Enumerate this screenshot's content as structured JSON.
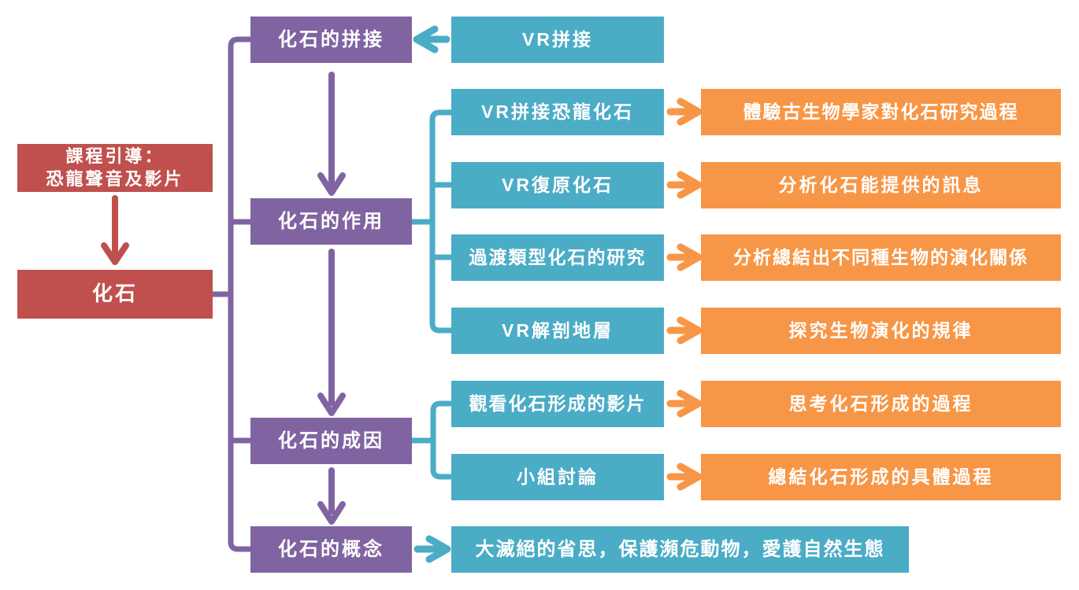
{
  "palette": {
    "red": "#C0504D",
    "purple": "#8064A2",
    "teal": "#4BACC6",
    "orange": "#F79646",
    "label_text": "#FFFFFF",
    "background": "#FFFFFF"
  },
  "lead_in": {
    "intro_line1": "課程引導：",
    "intro_line2": "恐龍聲音及影片",
    "root": "化石"
  },
  "topics": {
    "assembly": "化石的拼接",
    "function": "化石的作用",
    "formation": "化石的成因",
    "concept": "化石的概念"
  },
  "activities": {
    "vr_assembly": "VR拼接",
    "vr_dino": "VR拼接恐龍化石",
    "vr_restore": "VR復原化石",
    "transitional": "過渡類型化石的研究",
    "vr_strata": "VR解剖地層",
    "watch_film": "觀看化石形成的影片",
    "group_discussion": "小組討論",
    "reflection": "大滅絕的省思，保護瀕危動物，愛護自然生態"
  },
  "outcomes": {
    "experience": "體驗古生物學家對化石研究過程",
    "analyze_info": "分析化石能提供的訊息",
    "evolution_relation": "分析總結出不同種生物的演化關係",
    "evolution_rule": "探究生物演化的規律",
    "think_process": "思考化石形成的過程",
    "summarize_process": "總結化石形成的具體過程"
  }
}
